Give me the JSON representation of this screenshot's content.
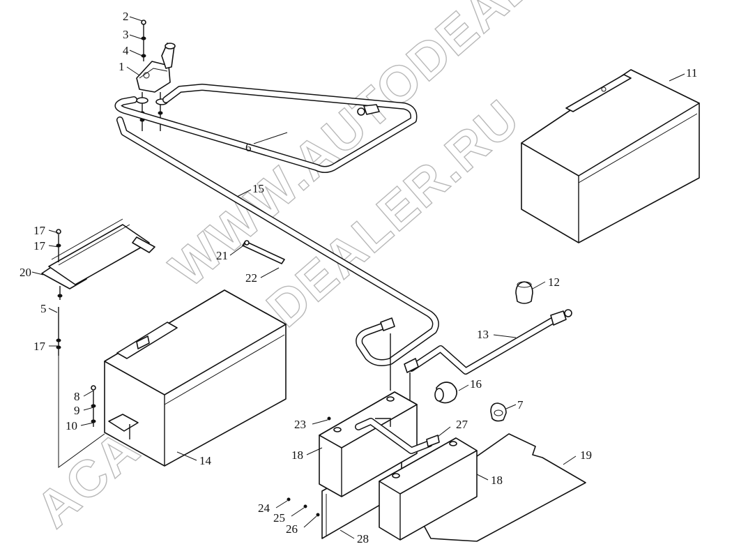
{
  "watermark": {
    "top": "WWW.AUTODEALER.RU",
    "bottom": "ACAT.AUTODEALER.RU"
  },
  "callouts": {
    "c1": "1",
    "c2": "2",
    "c3": "3",
    "c4": "4",
    "c5": "5",
    "c6": "6",
    "c7": "7",
    "c8": "8",
    "c9": "9",
    "c10": "10",
    "c11": "11",
    "c12": "12",
    "c13": "13",
    "c14": "14",
    "c15": "15",
    "c16": "16",
    "c17a": "17",
    "c17b": "17",
    "c17c": "17",
    "c18a": "18",
    "c18b": "18",
    "c19": "19",
    "c20": "20",
    "c21": "21",
    "c22": "22",
    "c23": "23",
    "c24": "24",
    "c25": "25",
    "c26": "26",
    "c27": "27",
    "c28": "28"
  }
}
